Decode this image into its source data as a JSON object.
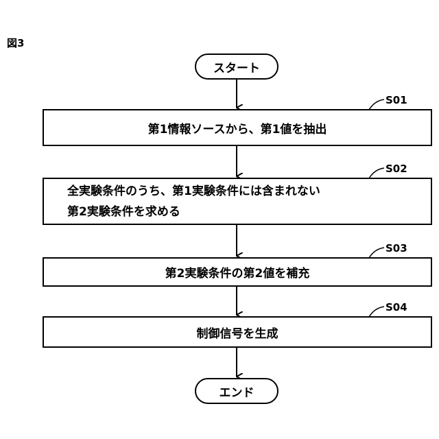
{
  "figure_label": "図3",
  "start_label": "スタート",
  "end_label": "エンド",
  "steps": [
    {
      "id": "S01",
      "lines": [
        "第1情報ソースから、第1値を抽出"
      ]
    },
    {
      "id": "S02",
      "lines": [
        "全実験条件のうち、第1実験条件には含まれない",
        "第2実験条件を求める"
      ]
    },
    {
      "id": "S03",
      "lines": [
        "第2実験条件の第2値を補充"
      ]
    },
    {
      "id": "S04",
      "lines": [
        "制御信号を生成"
      ]
    }
  ]
}
